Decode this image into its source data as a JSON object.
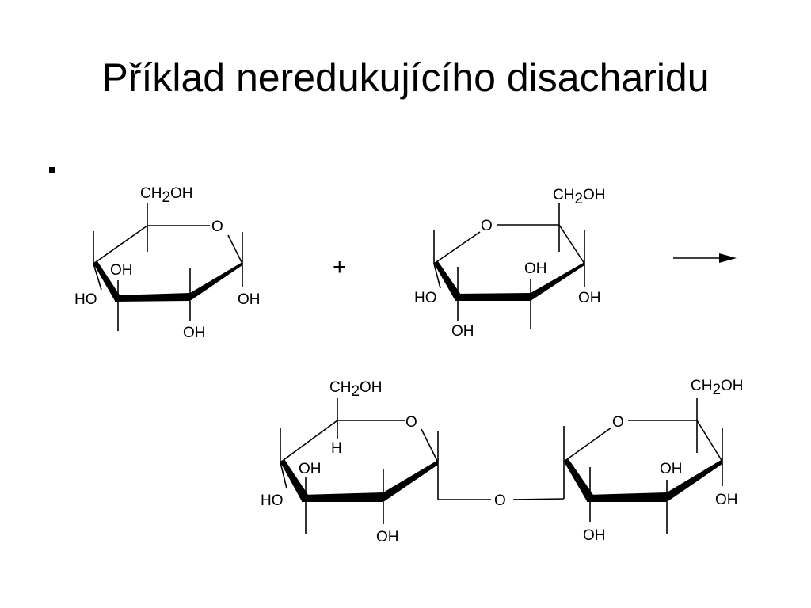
{
  "slide": {
    "title": "Příklad neredukujícího disacharidu"
  },
  "reaction": {
    "plus": "+",
    "reactant_1": {
      "ch2oh": [
        "CH",
        "2",
        "OH"
      ],
      "ring_o": "O",
      "oh_inner": "OH",
      "ho_left": "HO",
      "oh_right": "OH",
      "oh_bottom": "OH"
    },
    "reactant_2": {
      "ch2oh": [
        "CH",
        "2",
        "OH"
      ],
      "ring_o": "O",
      "oh_inner": "OH",
      "ho_left": "HO",
      "oh_right": "OH",
      "oh_bottom": "OH"
    },
    "product": {
      "left_ring": {
        "ch2oh": [
          "CH",
          "2",
          "OH"
        ],
        "h": "H",
        "ring_o": "O",
        "oh_inner": "OH",
        "ho_left": "HO",
        "oh_bottom": "OH"
      },
      "bridge_o": "O",
      "right_ring": {
        "ch2oh": [
          "CH",
          "2",
          "OH"
        ],
        "ring_o": "O",
        "oh_inner": "OH",
        "oh_right": "OH",
        "oh_bottom": "OH"
      }
    }
  }
}
